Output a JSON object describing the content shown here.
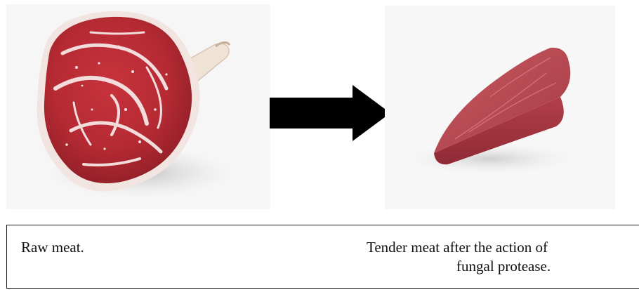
{
  "panels": [
    {
      "name": "raw-meat-photo",
      "depicts": "raw-meat"
    },
    {
      "name": "tender-meat-photo",
      "depicts": "tender-meat"
    }
  ],
  "arrow": {
    "icon": "right-arrow-icon",
    "color": "#000000"
  },
  "captions": {
    "raw": "Raw meat.",
    "tender_line1": "Tender meat after the action of",
    "tender_line2": "fungal protease."
  },
  "colors": {
    "meat_red": "#b52a33",
    "marbling": "#f3dcdc",
    "tender_red": "#b84a52",
    "bone": "#efe3d6"
  }
}
